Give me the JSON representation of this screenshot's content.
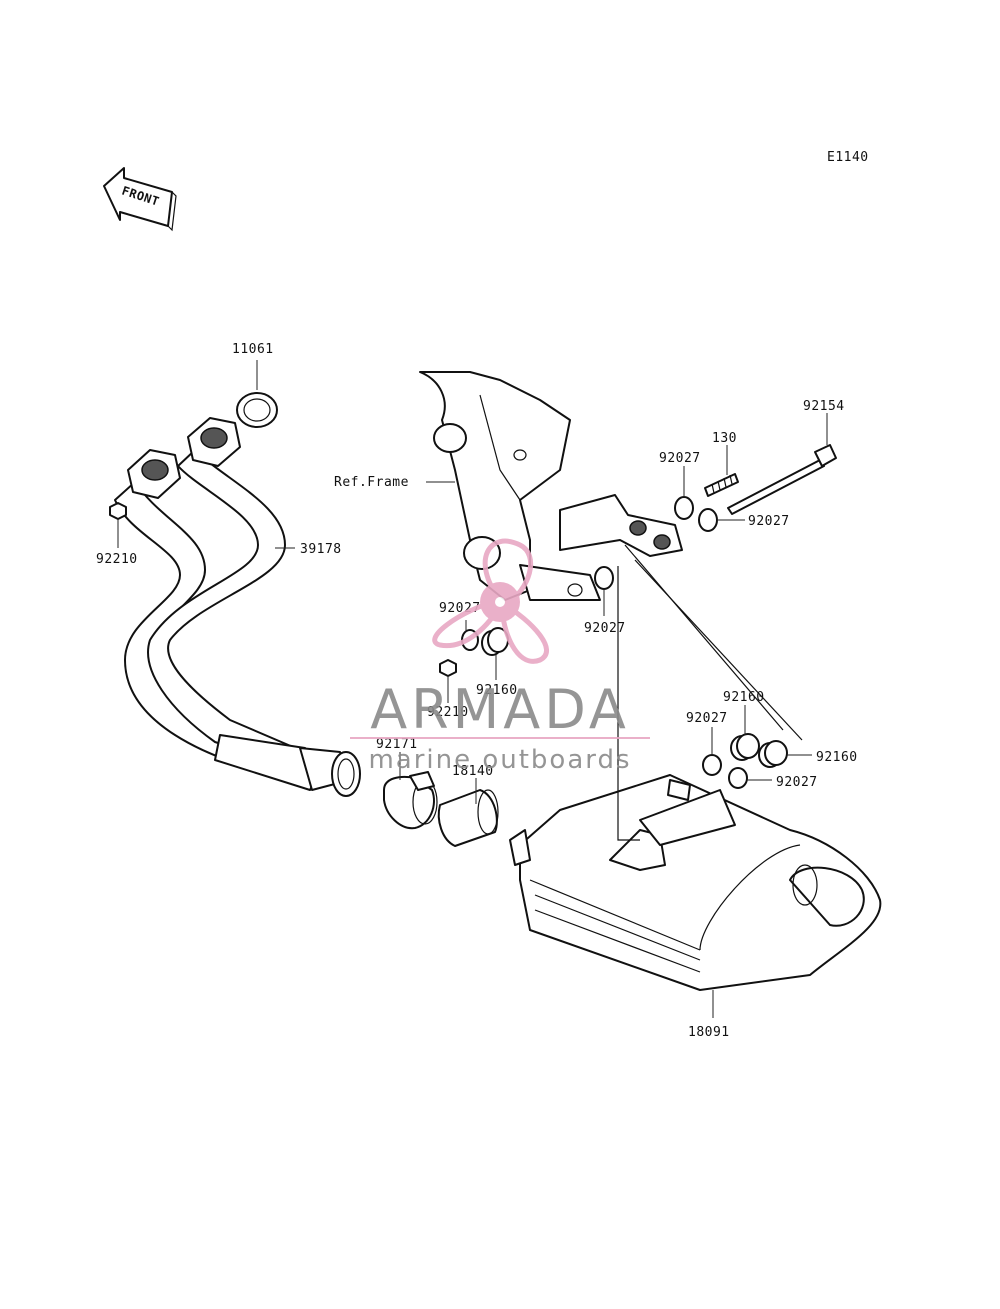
{
  "diagram_code": "E1140",
  "front_label": "FRONT",
  "ref_frame_label": "Ref.Frame",
  "watermark": {
    "brand": "ARMADA",
    "tagline": "marine outboards",
    "logo_color": "#e8a8c4",
    "text_color": "#8a8a8a"
  },
  "callouts": [
    "11061",
    "39178",
    "92210",
    "92154",
    "130",
    "92027",
    "92027",
    "92027",
    "92027",
    "92160",
    "92210",
    "92171",
    "18140",
    "92160",
    "92027",
    "92160",
    "92027",
    "18091"
  ]
}
